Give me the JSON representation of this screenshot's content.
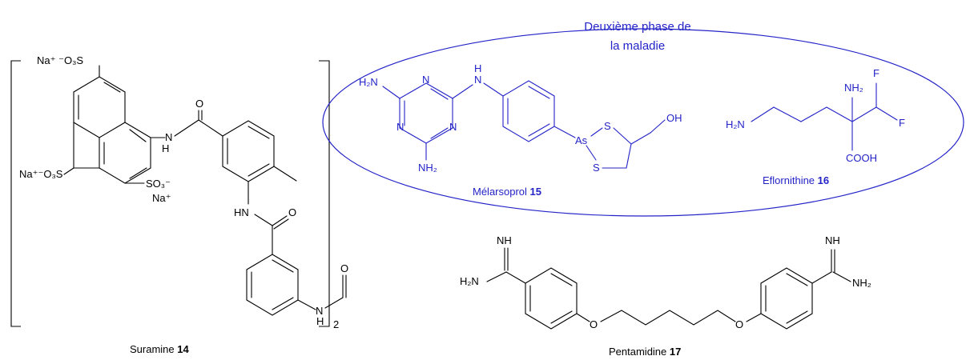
{
  "title": {
    "line1": "Deuxième phase de",
    "line2": "la maladie"
  },
  "compounds": {
    "suramine": {
      "name": "Suramine",
      "number": "14",
      "repeat": "2"
    },
    "melarsoprol": {
      "name": "Mélarsoprol",
      "number": "15"
    },
    "eflornithine": {
      "name": "Eflornithine",
      "number": "16"
    },
    "pentamidine": {
      "name": "Pentamidine",
      "number": "17"
    }
  },
  "atoms": {
    "suramine": {
      "so3_top": "Na⁺ ⁻O₃S",
      "so3_left": "Na⁺⁻O₃S",
      "so3_right": "SO₃⁻",
      "na_right": "Na⁺",
      "o1": "O",
      "nh1": "N",
      "h1": "H",
      "hn2": "HN",
      "o2": "O",
      "n3": "N",
      "h3": "H",
      "o3": "O"
    },
    "melarsoprol": {
      "h2n_left": "H₂N",
      "n_a": "N",
      "n_b": "N",
      "n_c": "N",
      "nh2_bottom": "NH₂",
      "n_link": "N",
      "h_link": "H",
      "as": "As",
      "s1": "S",
      "s2": "S",
      "oh": "OH"
    },
    "eflornithine": {
      "h2n": "H₂N",
      "nh2": "NH₂",
      "f1": "F",
      "f2": "F",
      "cooh": "COOH"
    },
    "pentamidine": {
      "nh_left": "NH",
      "h2n_left": "H₂N",
      "o_left": "O",
      "o_right": "O",
      "nh_right": "NH",
      "nh2_right": "NH₂"
    }
  },
  "colors": {
    "highlight": "#2323c8",
    "structure": "#000000"
  }
}
